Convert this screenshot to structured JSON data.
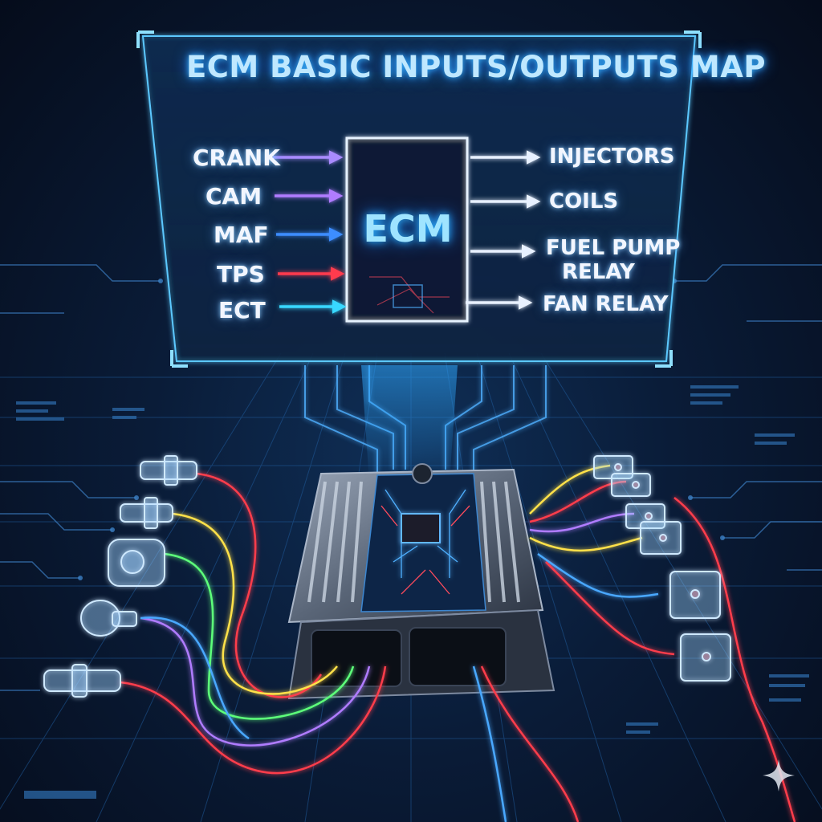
{
  "title": "ECM BASIC INPUTS/OUTPUTS MAP",
  "ecm_label": "ECM",
  "inputs": [
    {
      "label": "CRANK",
      "color": "#a98bff"
    },
    {
      "label": "CAM",
      "color": "#b07cff"
    },
    {
      "label": "MAF",
      "color": "#3c8dff"
    },
    {
      "label": "TPS",
      "color": "#ff3b4e"
    },
    {
      "label": "ECT",
      "color": "#38d8ff"
    }
  ],
  "outputs": [
    {
      "label": "INJECTORS"
    },
    {
      "label": "COILS"
    },
    {
      "label": "FUEL PUMP",
      "label_line2": "RELAY"
    },
    {
      "label": "FAN RELAY"
    }
  ],
  "colors": {
    "panel_border": "#5cc8ff",
    "accent_glow": "#2fb4ff",
    "output_arrow": "#e8f1ff",
    "wire_red": "#ff3c4c",
    "wire_yellow": "#ffe14a",
    "wire_green": "#5dff7a",
    "wire_blue": "#4aa8ff",
    "wire_purple": "#b07cff"
  },
  "icons": [
    "sparkle-icon"
  ]
}
